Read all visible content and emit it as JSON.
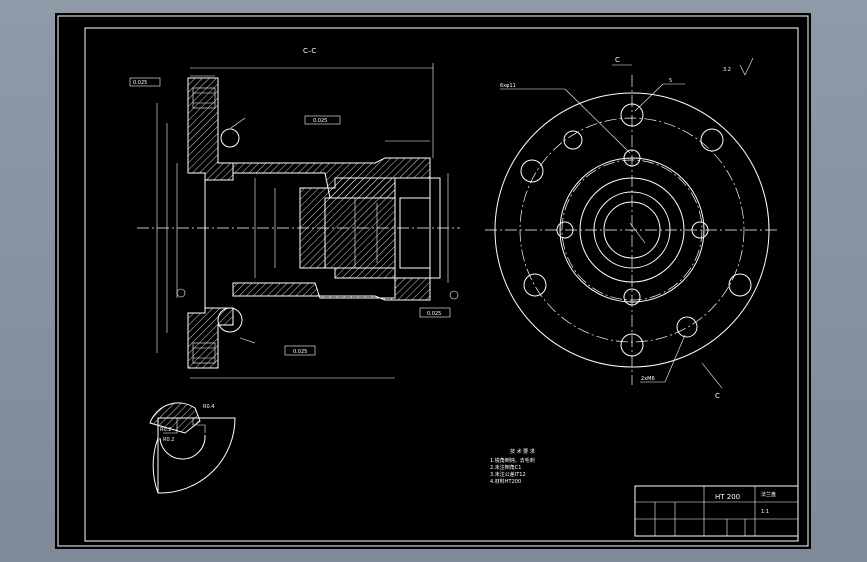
{
  "section_title": "C–C",
  "view_label_top": "C",
  "view_label_bottom": "C",
  "tolerances": {
    "left_parallel": "0.025",
    "top_mid": "0.025",
    "left_bottom": "0.025",
    "right_bottom": "0.025"
  },
  "surface_roughness": "3.2",
  "bolt_holes_note": "6xφ11",
  "holes_note_top": "5",
  "holes_note_bottom": "2xM6",
  "chamfer_notes": {
    "r1": "R0.4",
    "r2": "R0.2",
    "r3": "R0.2"
  },
  "tech_req_title": "技 术 要 求",
  "tech_req_lines": [
    "1.锐角倒钝，去毛刺",
    "2.未注倒角C1",
    "3.未注公差IT12",
    "4.材料HT200"
  ],
  "title_block": {
    "material": "HT 200",
    "part_name": "法兰盘",
    "scale": "1:1"
  }
}
